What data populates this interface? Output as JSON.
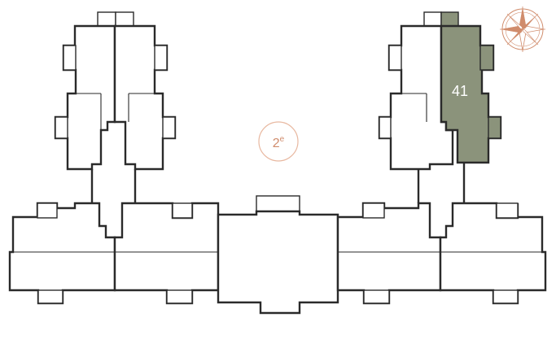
{
  "floor": {
    "number": "2",
    "suffix": "e"
  },
  "selected_unit": {
    "number": "41"
  },
  "colors": {
    "selected_fill": "#8b937b",
    "accent": "#d08c6c",
    "walls": "#2a2a2a"
  },
  "icons": {
    "compass": "compass-rose-icon"
  }
}
